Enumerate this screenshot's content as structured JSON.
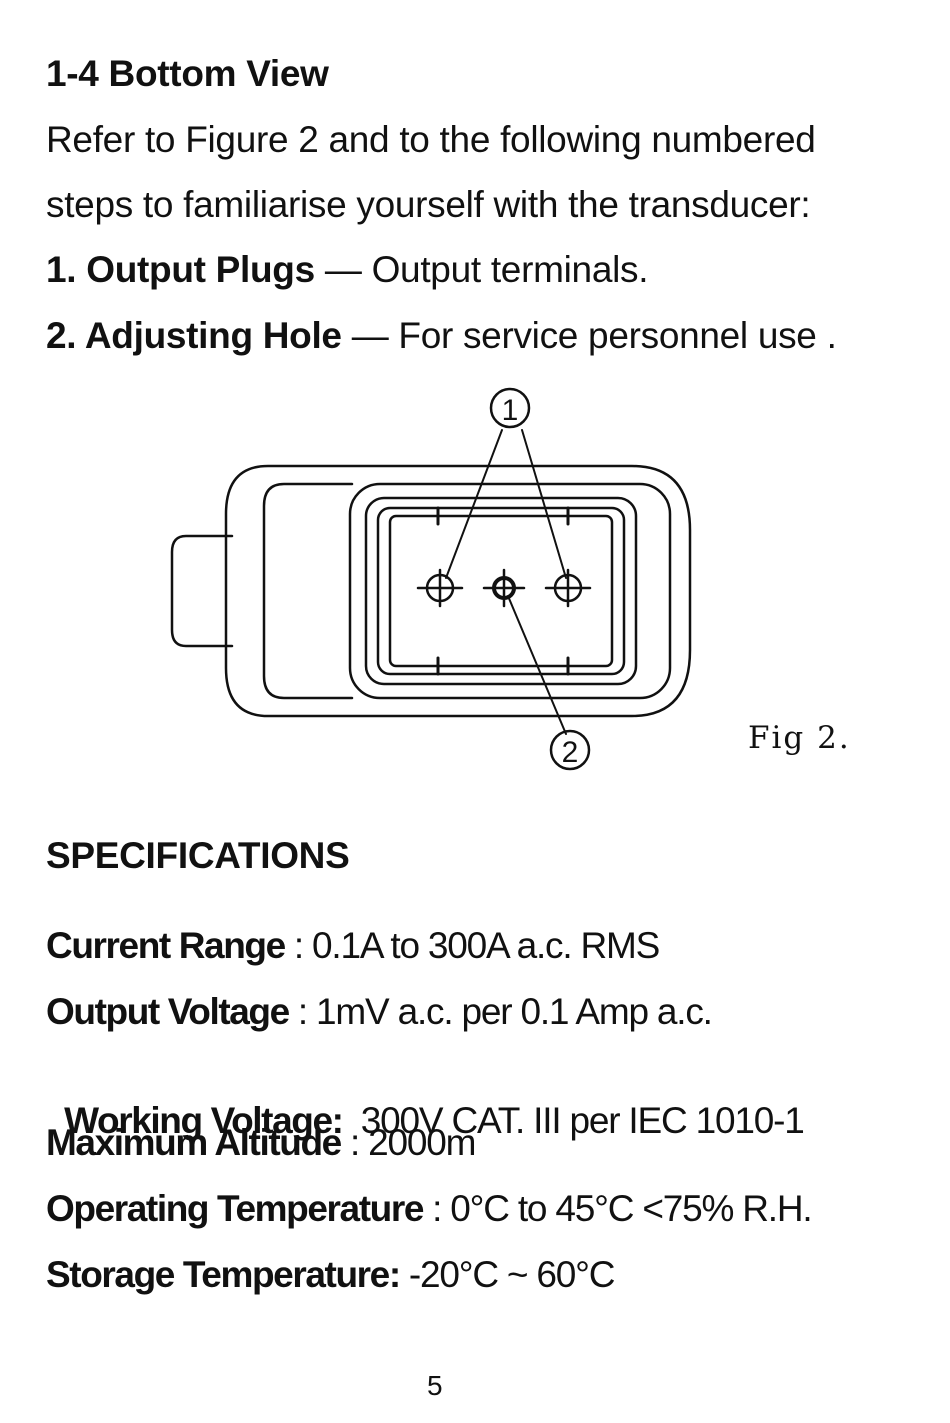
{
  "section": {
    "title": "1-4 Bottom View",
    "intro_line_1": "Refer to Figure 2 and to the following numbered",
    "intro_line_2": "steps to familiarise yourself with the transducer:",
    "items": [
      {
        "label": "1. Output Plugs",
        "separator": " — ",
        "description": "Output terminals."
      },
      {
        "label": "2. Adjusting Hole",
        "separator": " — ",
        "description": "For service personnel use ."
      }
    ]
  },
  "figure": {
    "callout_1": "1",
    "callout_2": "2",
    "caption": "Fig 2."
  },
  "specifications": {
    "title": "SPECIFICATIONS",
    "rows": [
      {
        "label": "Current Range",
        "separator": " : ",
        "value": "0.1A to 300A a.c. RMS"
      },
      {
        "label": "Output Voltage",
        "separator": " : ",
        "value": "1mV a.c. per 0.1 Amp a.c."
      },
      {
        "label": "Working Voltage:",
        "separator": "  ",
        "value": "300V CAT. III per IEC 1010-1"
      },
      {
        "label": "Maximum Altitude",
        "separator": " : ",
        "value": "2000m"
      },
      {
        "label": "Operating Temperature",
        "separator": " : ",
        "value": "0°C to 45°C <75% R.H."
      },
      {
        "label": "Storage Temperature:",
        "separator": " ",
        "value": "-20°C ~ 60°C"
      }
    ]
  },
  "page_number": "5"
}
